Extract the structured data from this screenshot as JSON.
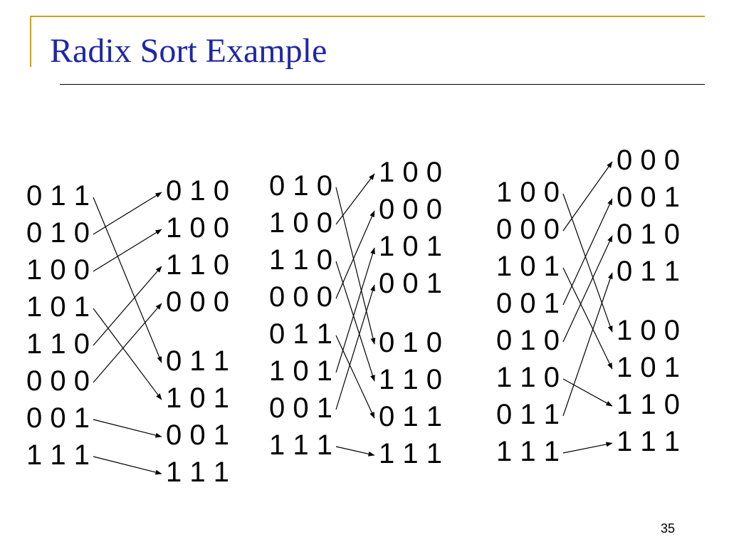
{
  "slide": {
    "title": "Radix Sort Example",
    "page_number": "35"
  },
  "columns": [
    {
      "id": "col1",
      "rows": [
        "0 1 1",
        "0 1 0",
        "1 0 0",
        "1 0 1",
        "1 1 0",
        "0 0 0",
        "0 0 1",
        "1 1 1"
      ],
      "slots": [
        0,
        1,
        2,
        3,
        4,
        5,
        6,
        7
      ]
    },
    {
      "id": "col2",
      "rows": [
        "0 1 0",
        "1 0 0",
        "1 1 0",
        "0 0 0",
        "0 1 1",
        "1 0 1",
        "0 0 1",
        "1 1 1"
      ],
      "slots": [
        0,
        1,
        2,
        3,
        4.6,
        5.6,
        6.6,
        7.6
      ]
    },
    {
      "id": "col3",
      "rows": [
        "0 1 0",
        "1 0 0",
        "1 1 0",
        "0 0 0",
        "0 1 1",
        "1 0 1",
        "0 0 1",
        "1 1 1"
      ],
      "slots": [
        0,
        1,
        2,
        3,
        4,
        5,
        6,
        7
      ]
    },
    {
      "id": "col4",
      "rows": [
        "1 0 0",
        "0 0 0",
        "1 0 1",
        "0 0 1",
        "0 1 0",
        "1 1 0",
        "0 1 1",
        "1 1 1"
      ],
      "slots": [
        0,
        1,
        2,
        3,
        4.6,
        5.6,
        6.6,
        7.6
      ]
    },
    {
      "id": "col5",
      "rows": [
        "1 0 0",
        "0 0 0",
        "1 0 1",
        "0 0 1",
        "0 1 0",
        "1 1 0",
        "0 1 1",
        "1 1 1"
      ],
      "slots": [
        0,
        1,
        2,
        3,
        4,
        5,
        6,
        7
      ]
    },
    {
      "id": "col6",
      "rows": [
        "0 0 0",
        "0 0 1",
        "0 1 0",
        "0 1 1",
        "1 0 0",
        "1 0 1",
        "1 1 0",
        "1 1 1"
      ],
      "slots": [
        0,
        1,
        2,
        3,
        4.6,
        5.6,
        6.6,
        7.6
      ]
    }
  ],
  "arrows": [
    {
      "from_column": 0,
      "to_column": 1,
      "mapping": [
        4,
        0,
        1,
        5,
        2,
        3,
        6,
        7
      ]
    },
    {
      "from_column": 2,
      "to_column": 3,
      "mapping": [
        4,
        0,
        5,
        1,
        6,
        2,
        3,
        7
      ]
    },
    {
      "from_column": 4,
      "to_column": 5,
      "mapping": [
        4,
        0,
        5,
        1,
        2,
        6,
        3,
        7
      ]
    }
  ],
  "colors": {
    "title": "#1f27a6",
    "frame_accent": "#c9a227",
    "text": "#000000"
  }
}
